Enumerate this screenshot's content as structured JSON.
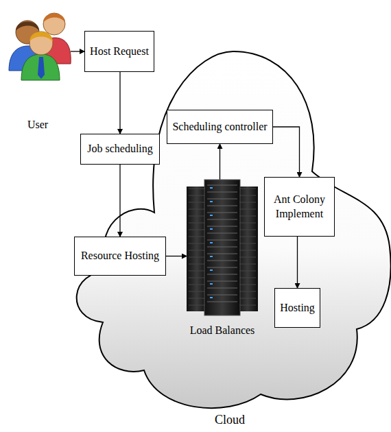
{
  "diagram": {
    "nodes": [
      {
        "text": [
          "User"
        ]
      },
      {
        "text": [
          "Host Request"
        ]
      },
      {
        "text": [
          "Job scheduling"
        ]
      },
      {
        "text": [
          "Scheduling controller"
        ]
      },
      {
        "text": [
          "Ant Colony Implement"
        ]
      },
      {
        "text": [
          "Resource Hosting"
        ]
      },
      {
        "text": [
          "Load Balances"
        ]
      },
      {
        "text": [
          "Hosting"
        ]
      }
    ],
    "edges": [
      {
        "from": 0,
        "to": 1,
        "arrow": "to"
      },
      {
        "from": 1,
        "to": 2,
        "arrow": "to"
      },
      {
        "from": 2,
        "to": 5,
        "arrow": "to"
      },
      {
        "from": 5,
        "to": 6,
        "arrow": "to"
      },
      {
        "from": 6,
        "to": 3,
        "arrow": "to"
      },
      {
        "from": 3,
        "to": 4,
        "arrow": "to"
      },
      {
        "from": 4,
        "to": 7,
        "arrow": "to"
      }
    ],
    "labels": [
      "Cloud"
    ]
  }
}
